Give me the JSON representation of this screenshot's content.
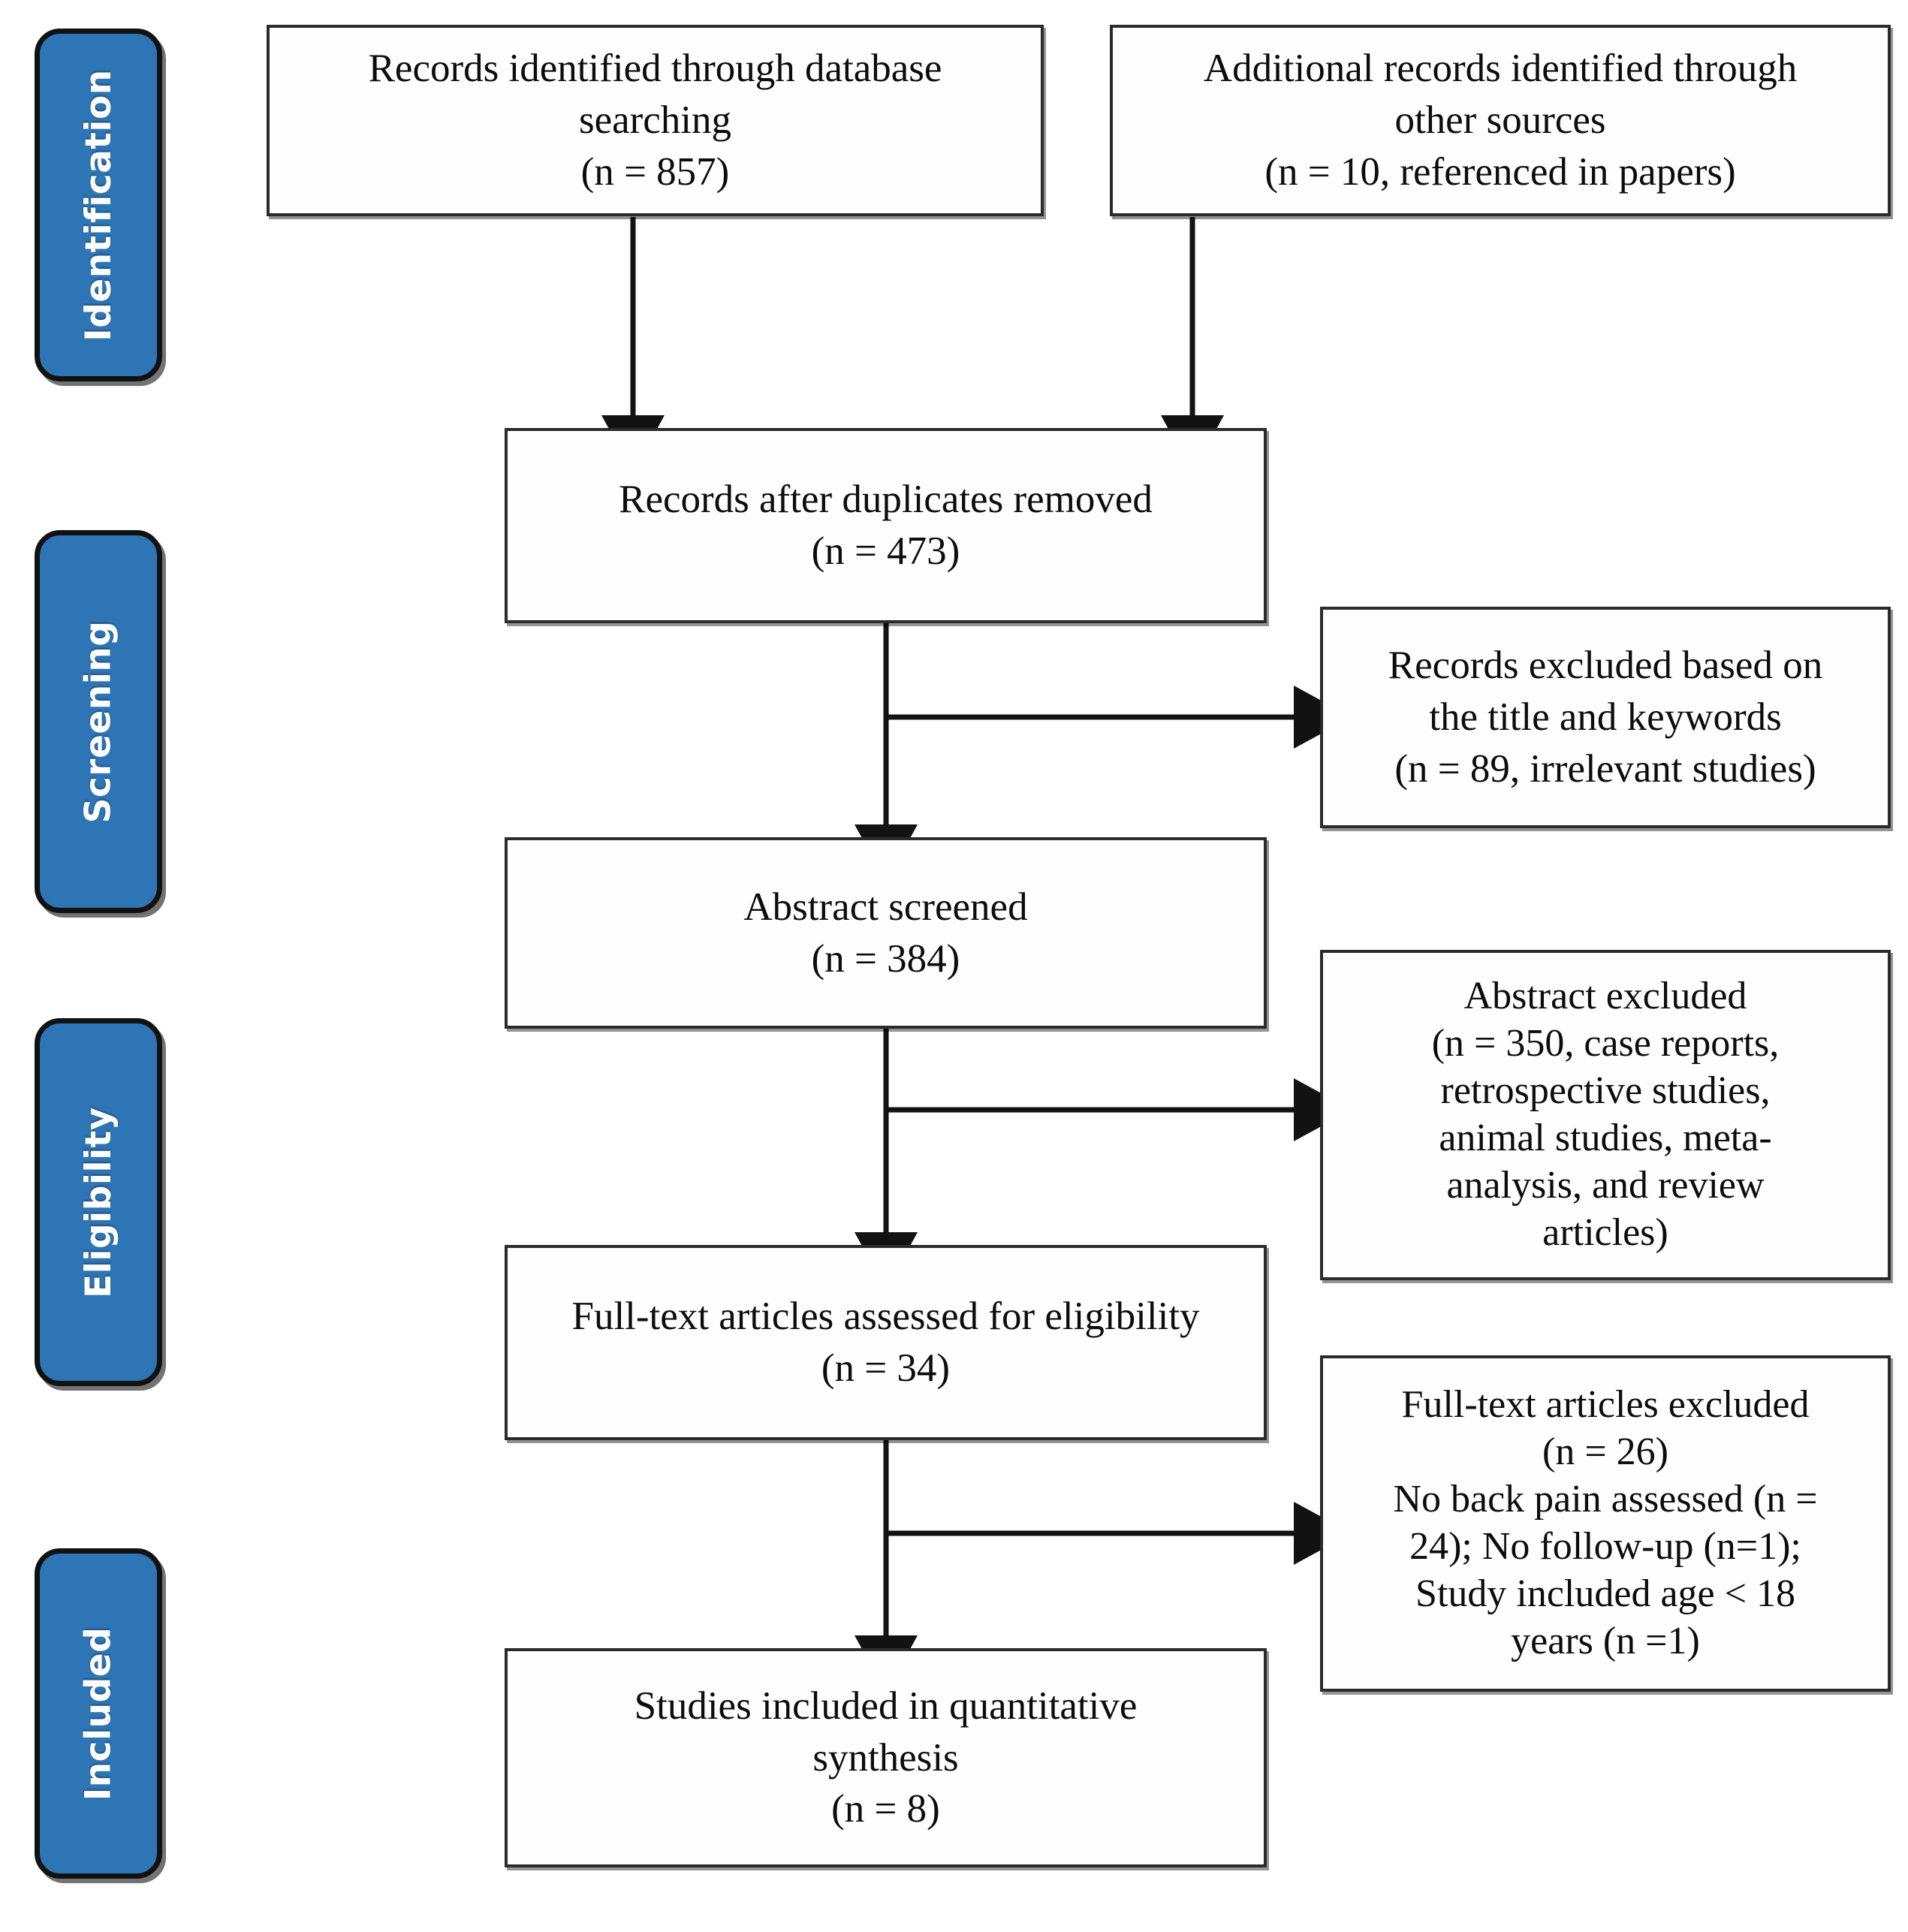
{
  "diagram": {
    "title": "PRISMA flow diagram",
    "type": "prisma-flowchart",
    "accent_color": "#2E75B6",
    "box_border_color": "#2b2b2b",
    "background": "#ffffff"
  },
  "stages": [
    {
      "id": "identification",
      "label": "Identification"
    },
    {
      "id": "screening",
      "label": "Screening"
    },
    {
      "id": "eligibility",
      "label": "Eligibility"
    },
    {
      "id": "included",
      "label": "Included"
    }
  ],
  "boxes": {
    "database_search": {
      "text": "Records identified through database\nsearching\n(n = 857)",
      "n": 857
    },
    "other_sources": {
      "text": "Additional records identified through\nother sources\n(n = 10, referenced in papers)",
      "n": 10
    },
    "after_duplicates": {
      "text": "Records after duplicates removed\n(n = 473)",
      "n": 473
    },
    "records_excluded": {
      "text": "Records excluded based on\nthe title  and keywords\n(n = 89, irrelevant studies)",
      "n": 89
    },
    "abstract_screened": {
      "text": "Abstract screened\n(n = 384)",
      "n": 384
    },
    "abstract_excluded": {
      "text": "Abstract excluded\n(n = 350, case reports,\nretrospective studies,\nanimal studies, meta-\nanalysis, and review\narticles)",
      "n": 350
    },
    "fulltext_assessed": {
      "text": "Full-text articles assessed for eligibility\n(n = 34)",
      "n": 34
    },
    "fulltext_excluded": {
      "text": "Full-text articles excluded\n(n = 26)\nNo back pain assessed (n =\n24); No follow-up (n=1);\nStudy included age < 18\nyears (n =1)",
      "n": 26
    },
    "included_studies": {
      "text": "Studies included in quantitative\nsynthesis\n(n = 8)",
      "n": 8
    }
  },
  "chart_data": {
    "type": "diagram",
    "title": "PRISMA flow diagram",
    "nodes": [
      {
        "id": "database_search",
        "stage": "Identification",
        "label": "Records identified through database searching",
        "n": 857
      },
      {
        "id": "other_sources",
        "stage": "Identification",
        "label": "Additional records identified through other sources",
        "n": 10,
        "note": "referenced in papers"
      },
      {
        "id": "after_duplicates",
        "stage": "Screening",
        "label": "Records after duplicates removed",
        "n": 473
      },
      {
        "id": "records_excluded",
        "stage": "Screening",
        "label": "Records excluded based on the title and keywords",
        "n": 89,
        "note": "irrelevant studies"
      },
      {
        "id": "abstract_screened",
        "stage": "Screening",
        "label": "Abstract screened",
        "n": 384
      },
      {
        "id": "abstract_excluded",
        "stage": "Eligibility",
        "label": "Abstract excluded",
        "n": 350,
        "note": "case reports, retrospective studies, animal studies, meta-analysis, and review articles"
      },
      {
        "id": "fulltext_assessed",
        "stage": "Eligibility",
        "label": "Full-text articles assessed for eligibility",
        "n": 34
      },
      {
        "id": "fulltext_excluded",
        "stage": "Eligibility",
        "label": "Full-text articles excluded",
        "n": 26,
        "note": "No back pain assessed (n = 24); No follow-up (n=1); Study included age < 18 years (n =1)"
      },
      {
        "id": "included_studies",
        "stage": "Included",
        "label": "Studies included in quantitative synthesis",
        "n": 8
      }
    ],
    "edges": [
      {
        "from": "database_search",
        "to": "after_duplicates"
      },
      {
        "from": "other_sources",
        "to": "after_duplicates"
      },
      {
        "from": "after_duplicates",
        "to": "abstract_screened"
      },
      {
        "from": "after_duplicates",
        "to": "records_excluded"
      },
      {
        "from": "abstract_screened",
        "to": "fulltext_assessed"
      },
      {
        "from": "abstract_screened",
        "to": "abstract_excluded"
      },
      {
        "from": "fulltext_assessed",
        "to": "included_studies"
      },
      {
        "from": "fulltext_assessed",
        "to": "fulltext_excluded"
      }
    ]
  }
}
